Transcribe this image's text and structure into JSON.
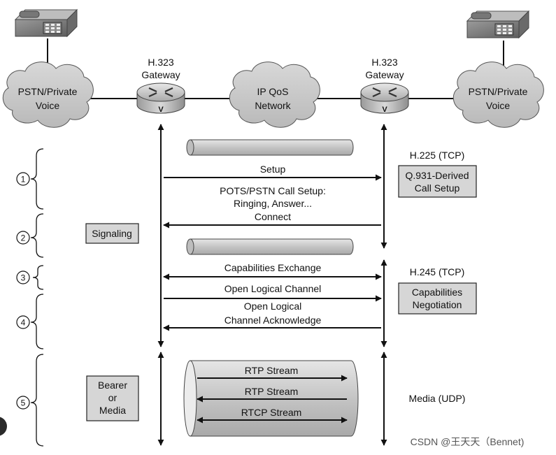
{
  "left_cloud": {
    "line1": "PSTN/Private",
    "line2": "Voice"
  },
  "right_cloud": {
    "line1": "PSTN/Private",
    "line2": "Voice"
  },
  "center_cloud": {
    "line1": "IP QoS",
    "line2": "Network"
  },
  "left_gateway": {
    "line1": "H.323",
    "line2": "Gateway",
    "badge": "V"
  },
  "right_gateway": {
    "line1": "H.323",
    "line2": "Gateway",
    "badge": "V"
  },
  "steps": [
    "1",
    "2",
    "3",
    "4",
    "5"
  ],
  "protocols": {
    "h225": "H.225 (TCP)",
    "h245": "H.245 (TCP)",
    "media": "Media (UDP)"
  },
  "boxes": {
    "q931": {
      "line1": "Q.931-Derived",
      "line2": "Call Setup"
    },
    "capabilities": {
      "line1": "Capabilities",
      "line2": "Negotiation"
    },
    "signaling": "Signaling",
    "bearer": {
      "line1": "Bearer",
      "line2": "or",
      "line3": "Media"
    }
  },
  "messages": {
    "setup": "Setup",
    "pots": {
      "line1": "POTS/PSTN Call Setup:",
      "line2": "Ringing, Answer...",
      "line3": "Connect"
    },
    "cap_exchange": "Capabilities Exchange",
    "olc": "Open Logical Channel",
    "olc_ack": {
      "line1": "Open Logical",
      "line2": "Channel Acknowledge"
    }
  },
  "streams": [
    "RTP Stream",
    "RTP Stream",
    "RTCP Stream"
  ],
  "watermark": "CSDN @王天天（Bennet)",
  "colors": {
    "box_fill": "#d6d6d6",
    "cloud_fill": "#c9c9c9",
    "pipe_fill": "#cfcfcf"
  }
}
